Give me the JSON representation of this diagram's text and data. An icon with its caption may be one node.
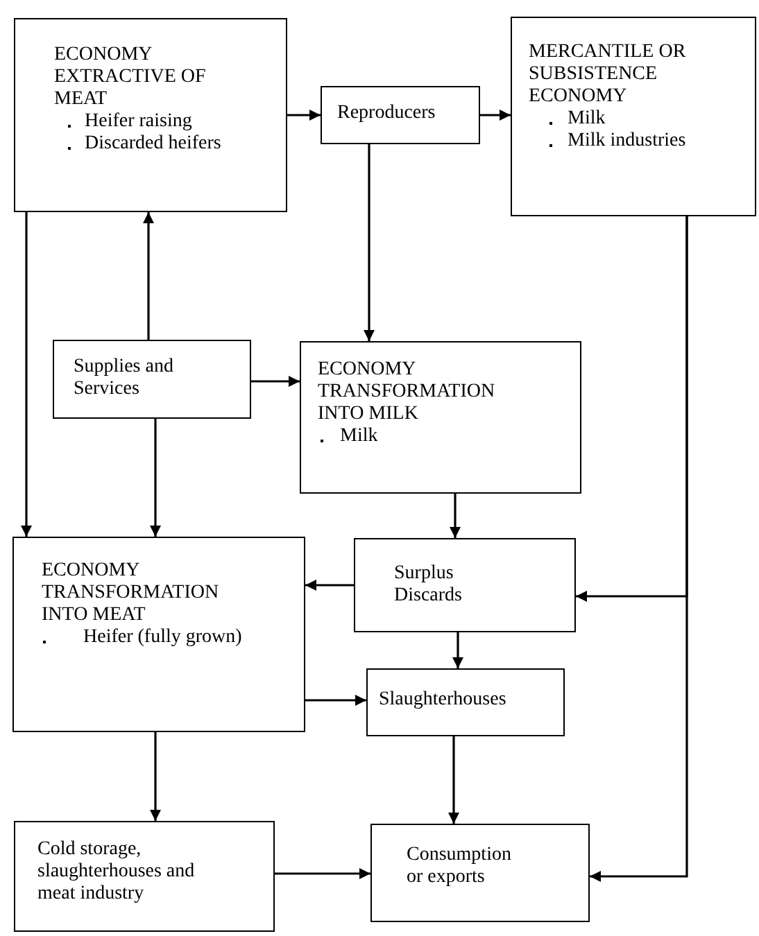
{
  "diagram": {
    "nodes": [
      {
        "text": [
          "ECONOMY EXTRACTIVE OF MEAT",
          "Heifer raising",
          "Discarded heifers"
        ]
      },
      {
        "text": [
          "Reproducers"
        ]
      },
      {
        "text": [
          "MERCANTILE OR SUBSISTENCE ECONOMY",
          "Milk",
          "Milk industries"
        ]
      },
      {
        "text": [
          "Supplies and Services"
        ]
      },
      {
        "text": [
          "ECONOMY TRANSFORMATION INTO MILK",
          "Milk"
        ]
      },
      {
        "text": [
          "ECONOMY TRANSFORMATION INTO MEAT",
          "Heifer (fully grown)"
        ]
      },
      {
        "text": [
          "Surplus Discards"
        ]
      },
      {
        "text": [
          "Slaughterhouses"
        ]
      },
      {
        "text": [
          "Cold storage, slaughterhouses and meat industry"
        ]
      },
      {
        "text": [
          "Consumption or exports"
        ]
      }
    ],
    "edges": [
      {
        "from": 0,
        "to": 1,
        "arrow": "to"
      },
      {
        "from": 1,
        "to": 2,
        "arrow": "to"
      },
      {
        "from": 1,
        "to": 4,
        "arrow": "to"
      },
      {
        "from": 3,
        "to": 0,
        "arrow": "to"
      },
      {
        "from": 3,
        "to": 4,
        "arrow": "to"
      },
      {
        "from": 3,
        "to": 5,
        "arrow": "to"
      },
      {
        "from": 0,
        "to": 5,
        "arrow": "to"
      },
      {
        "from": 4,
        "to": 6,
        "arrow": "to"
      },
      {
        "from": 6,
        "to": 5,
        "arrow": "to"
      },
      {
        "from": 2,
        "to": 6,
        "arrow": "to"
      },
      {
        "from": 2,
        "to": 9,
        "arrow": "to"
      },
      {
        "from": 6,
        "to": 7,
        "arrow": "to"
      },
      {
        "from": 5,
        "to": 7,
        "arrow": "to"
      },
      {
        "from": 5,
        "to": 8,
        "arrow": "to"
      },
      {
        "from": 7,
        "to": 9,
        "arrow": "to"
      },
      {
        "from": 8,
        "to": 9,
        "arrow": "to"
      }
    ]
  }
}
